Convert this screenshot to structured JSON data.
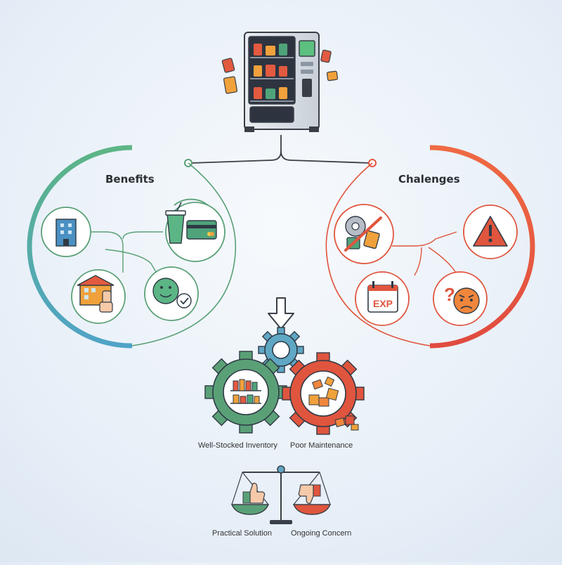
{
  "benefits": {
    "title": "Benefits",
    "accent": "#3fa27a",
    "items": [
      "office-building-icon",
      "soda-cup-card-icon",
      "school-tap-icon",
      "smile-check-icon"
    ]
  },
  "challenges": {
    "title": "Chalenges",
    "accent": "#e0553e",
    "items": [
      "broken-gear-snack-icon",
      "warning-triangle-icon",
      "expired-calendar-icon",
      "angry-question-icon"
    ],
    "exp_label": "EXP"
  },
  "gears": {
    "left_label": "Well-Stocked Inventory",
    "right_label": "Poor Maintenance"
  },
  "scale": {
    "left_label": "Practical Solution",
    "right_label": "Ongoing Concern"
  },
  "colors": {
    "green": "#5aa077",
    "red": "#e0553e",
    "blue": "#5fa7c4",
    "dark": "#3a3f47"
  }
}
